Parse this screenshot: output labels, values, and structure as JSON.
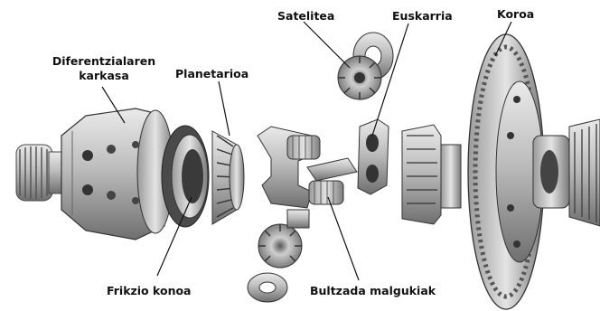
{
  "diagram": {
    "labels": {
      "housing_line1": "Diferentzialaren",
      "housing_line2": "karkasa",
      "side_gear": "Planetarioa",
      "pinion": "Satelitea",
      "support": "Euskarria",
      "ring_gear": "Koroa",
      "friction_cone": "Frikzio konoa",
      "thrust_springs": "Bultzada malgukiak"
    }
  }
}
